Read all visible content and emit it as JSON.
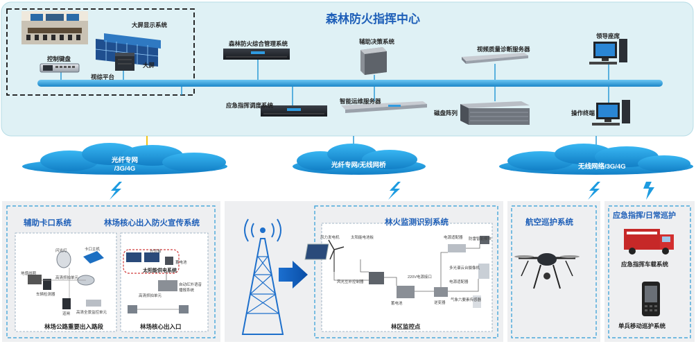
{
  "center": {
    "title": "森林防火指挥中心",
    "display_group": {
      "big_screen_system": "大屏显示系统",
      "control_keyboard": "控制键盘",
      "video_platform": "视综平台",
      "big_screen": "大屏"
    },
    "servers": {
      "forest_mgmt": "森林防火综合管理系统",
      "assist_decision": "辅助决策系统",
      "video_quality": "视频质量诊断服务器",
      "leader_seat": "领导座席",
      "emergency_dispatch": "应急指挥调度系统",
      "smart_ops": "智能运维服务器",
      "disk_array": "磁盘阵列",
      "op_terminal": "操作终端"
    }
  },
  "networks": [
    {
      "label_line1": "光纤专网",
      "label_line2": "/3G/4G"
    },
    {
      "label_line1": "光纤专网/无线网桥",
      "label_line2": ""
    },
    {
      "label_line1": "无线网络/3G/4G",
      "label_line2": ""
    }
  ],
  "panels": {
    "checkpoint": {
      "title": "辅助卡口系统",
      "sub_labels": {
        "flash": "闪光灯",
        "ckhost": "卡口主机",
        "detector": "地感线圈",
        "hd_cam": "高清抓拍单元",
        "vehicle_det": "车辆检测器",
        "gate": "道闸",
        "panorama": "高清全景监控单元"
      },
      "footer": "林场公路重要出入路段"
    },
    "core_entry": {
      "title": "林场核心出入防火宣传系统",
      "sub_labels": {
        "solar_panel": "光伏板",
        "battery": "蓄电池",
        "solar_system": "太阳能供电系统",
        "voice_alarm": "自动红外语音播报系统",
        "hd_cam": "高清抓拍单元"
      },
      "footer": "林场核心出入口"
    },
    "fire_monitor": {
      "title": "林火监测识别系统",
      "sub_labels": {
        "wind_gen": "风力发电机",
        "solar": "太阳能电池板",
        "wind_solar_ctrl": "风光互补控制器",
        "power_adapter": "电源适配器",
        "anti_thunder": "防雷智能模块",
        "power_220": "220V电源接口",
        "pan_tilt": "多光谱云台摄像机",
        "battery": "蓄电池",
        "inverter": "逆变器",
        "power_adapter2": "电源适配器",
        "weather": "气象六要素传感器"
      },
      "footer": "林区监控点"
    },
    "aerial": {
      "title": "航空巡护系统"
    },
    "emergency": {
      "title": "应急指挥/日常巡护",
      "vehicle": "应急指挥车载系统",
      "mobile": "单兵移动巡护系统"
    }
  },
  "colors": {
    "center_bg": "#dff1f5",
    "bus": "#2a9ad6",
    "cloud": "#1d9be0",
    "title_blue": "#1e5fb8",
    "lightning": "#1d9be0",
    "arrow": "#1b6fd0"
  }
}
